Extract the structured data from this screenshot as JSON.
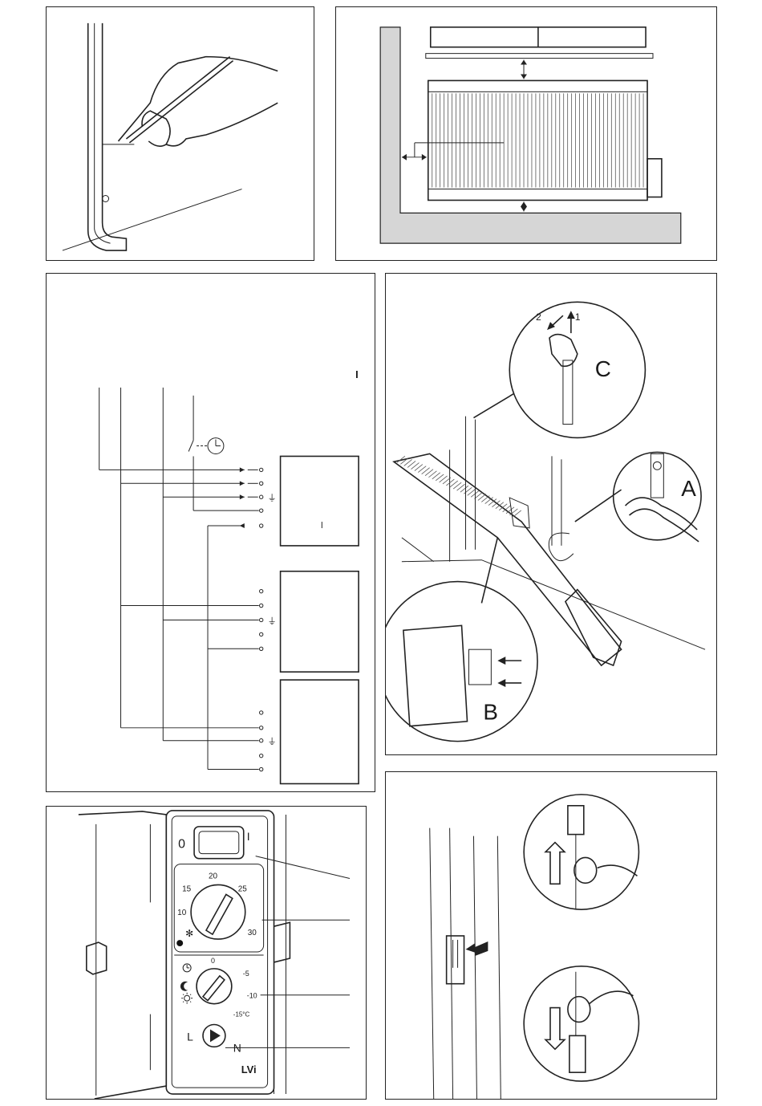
{
  "panels": {
    "mounting": {},
    "clearances": {},
    "wiring": {
      "marker": "I"
    },
    "installation": {
      "detail_a": "A",
      "detail_b": "B",
      "detail_c": "C",
      "step_1": "1",
      "step_2": "2"
    },
    "control_panel": {
      "switch_off": "0",
      "switch_on": "I",
      "thermostat_ticks": [
        "10",
        "15",
        "20",
        "25",
        "30"
      ],
      "frost_symbol": "✻",
      "setback_ticks": [
        "0",
        "-5",
        "-10",
        "-15°C"
      ],
      "label_l": "L",
      "label_n": "N",
      "brand": "LVi"
    },
    "hinge": {}
  }
}
